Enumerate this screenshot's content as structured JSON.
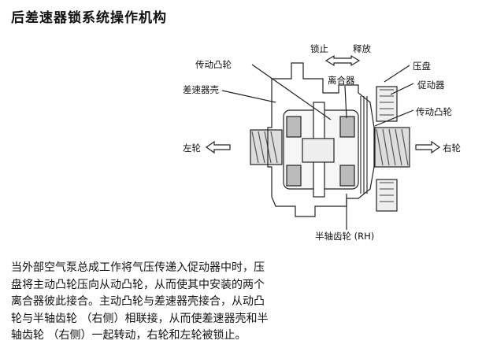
{
  "title": "后差速器锁系统操作机构",
  "labels": {
    "lock": "锁止",
    "release": "释放",
    "drive_cam_top": "传动凸轮",
    "diff_case": "差速器壳",
    "clutch": "离合器",
    "pressure_plate": "压盘",
    "actuator": "促动器",
    "drive_cam_right": "传动凸轮",
    "left_wheel": "左轮",
    "right_wheel": "右轮",
    "side_gear": "半轴齿轮 (RH)"
  },
  "paragraph": [
    "当外部空气泵总成工作将气压传递入促动器中时，压",
    "盘将主动凸轮压向从动凸轮，从而使其中安装的两个",
    "离合器彼此接合。主动凸轮与差速器壳接合，从动凸",
    "轮与半轴齿轮 （右侧）相联接，从而使差速器壳和半",
    "轴齿轮 （右侧）一起转动，右轮和左轮被锁止。"
  ]
}
